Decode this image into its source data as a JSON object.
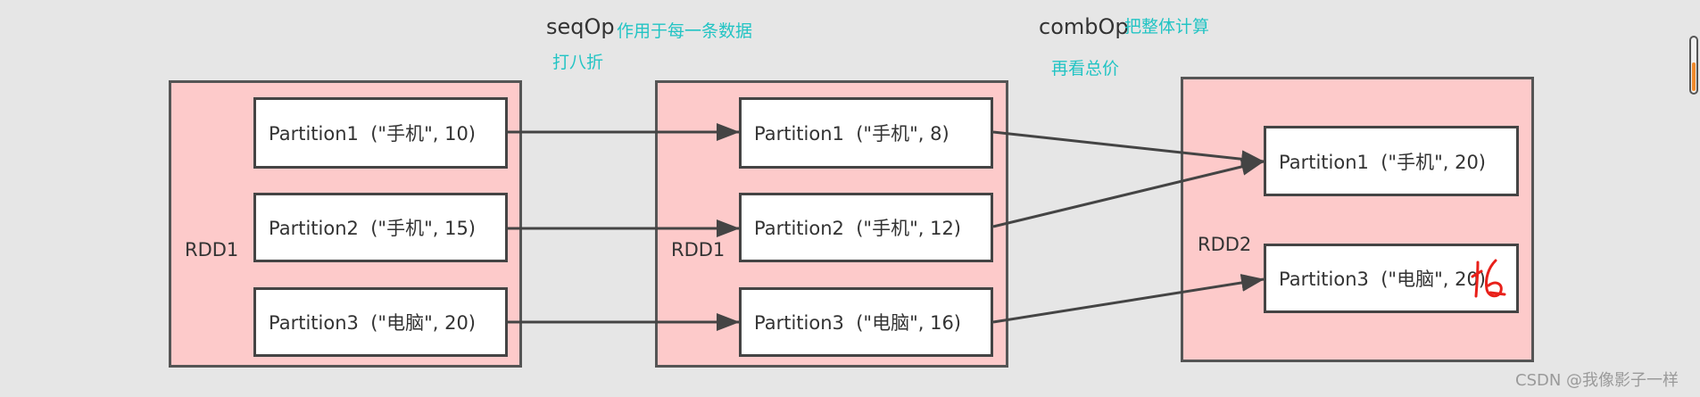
{
  "seqop": {
    "title": "seqOp",
    "note1": "作用于每一条数据",
    "note2": "打八折"
  },
  "combop": {
    "title": "combOp",
    "note1": "把整体计算",
    "note2": "再看总价"
  },
  "rdd_a": {
    "label": "RDD1",
    "partitions": [
      "Partition1  (\"手机\", 10)",
      "Partition2  (\"手机\", 15)",
      "Partition3  (\"电脑\", 20)"
    ]
  },
  "rdd_b": {
    "label": "RDD1",
    "partitions": [
      "Partition1  (\"手机\", 8)",
      "Partition2  (\"手机\", 12)",
      "Partition3  (\"电脑\", 16)"
    ]
  },
  "rdd_c": {
    "label": "RDD2",
    "partitions": [
      "Partition1  (\"手机\", 20)",
      "Partition3  (\"电脑\", 20)"
    ]
  },
  "handwritten_correction": "16",
  "watermark": "CSDN @我像影子一样",
  "colors": {
    "box_fill": "#fdcaca",
    "note": "#22c4c4",
    "handwriting": "#e8201a",
    "edge": "#444444"
  }
}
